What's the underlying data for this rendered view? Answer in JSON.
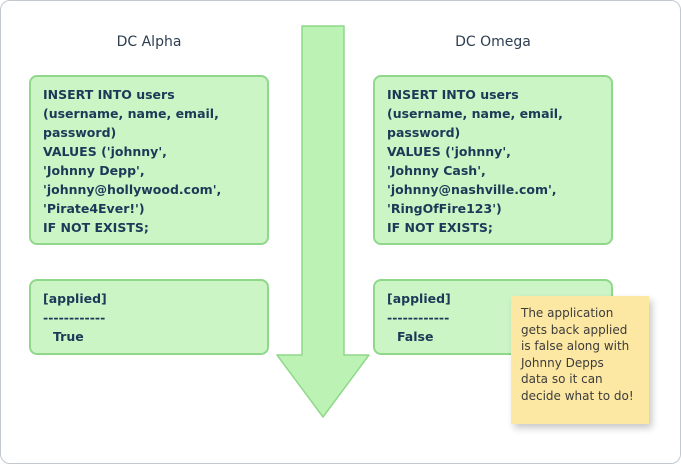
{
  "diagram": {
    "left": {
      "title": "DC Alpha",
      "query": [
        "INSERT INTO users",
        "(username, name, email,",
        "password)",
        "VALUES ('johnny',",
        "'Johnny Depp',",
        "'johnny@hollywood.com',",
        "'Pirate4Ever!')",
        "IF NOT EXISTS;"
      ],
      "result": [
        "[applied]",
        "------------",
        "True"
      ]
    },
    "right": {
      "title": "DC Omega",
      "query": [
        "INSERT INTO users",
        "(username, name, email,",
        "password)",
        "VALUES ('johnny',",
        "'Johnny Cash',",
        "'johnny@nashville.com',",
        "'RingOfFire123')",
        "IF NOT EXISTS;"
      ],
      "result": [
        "[applied]",
        "------------",
        "False"
      ]
    },
    "note": [
      "The application",
      "gets back applied",
      "is false along with",
      "Johnny Depps",
      "data so it can",
      "decide what to do!"
    ],
    "colors": {
      "box_fill": "#ccf5c6",
      "box_border": "#8fd88a",
      "arrow_fill": "#bdf2b5",
      "note_fill": "#fce8a3",
      "text": "#1c3a57"
    }
  }
}
